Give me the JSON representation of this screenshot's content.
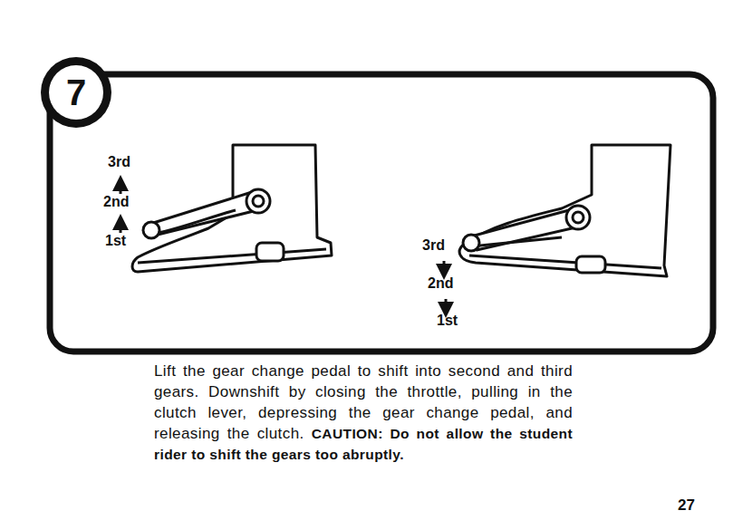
{
  "diagram": {
    "nodes": [
      {
        "text": [
          "7"
        ]
      }
    ],
    "labels": [
      "3rd",
      "2nd",
      "1st",
      "3rd",
      "2nd",
      "1st",
      "Lift the gear change pedal to shift into second and third gears.  Downshift by closing the throttle, pulling in the clutch lever, depressing the gear change pedal, and releasing the clutch.",
      "CAUTION: Do not allow the student rider to shift the gears too abruptly.",
      "27"
    ]
  }
}
